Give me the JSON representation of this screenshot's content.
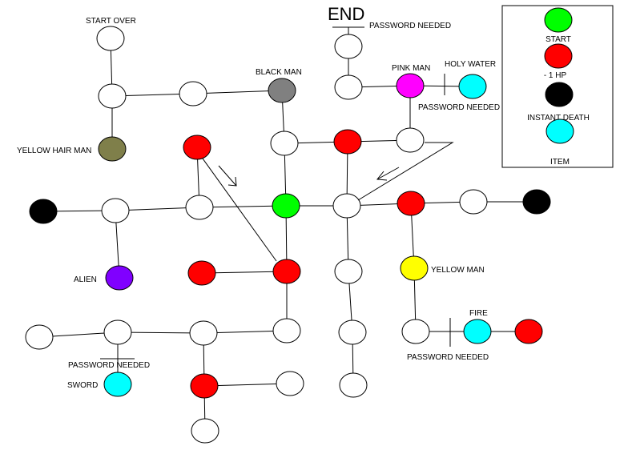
{
  "title": "END",
  "colors": {
    "empty": "#ffffff",
    "start": "#00ff00",
    "hp": "#ff0000",
    "death": "#000000",
    "item": "#00ffff",
    "black_man": "#808080",
    "yellow_hair_man": "#7f7f4a",
    "pink_man": "#ff00ff",
    "alien": "#8000ff",
    "yellow_man": "#ffff00"
  },
  "labels": {
    "start_over": "START OVER",
    "black_man": "BLACK MAN",
    "yellow_hair_man": "YELLOW HAIR MAN",
    "pink_man": "PINK MAN",
    "holy_water": "HOLY WATER",
    "password_end": "PASSWORD NEEDED",
    "password_holy_water": "PASSWORD NEEDED",
    "alien": "ALIEN",
    "yellow_man": "YELLOW MAN",
    "fire": "FIRE",
    "password_fire": "PASSWORD NEEDED",
    "password_sword": "PASSWORD NEEDED",
    "sword": "SWORD"
  },
  "legend": {
    "items": [
      {
        "label": "START",
        "kind": "start"
      },
      {
        "label": "- 1 HP",
        "kind": "hp"
      },
      {
        "label": "INSTANT DEATH",
        "kind": "death"
      },
      {
        "label": "ITEM",
        "kind": "item"
      }
    ]
  }
}
